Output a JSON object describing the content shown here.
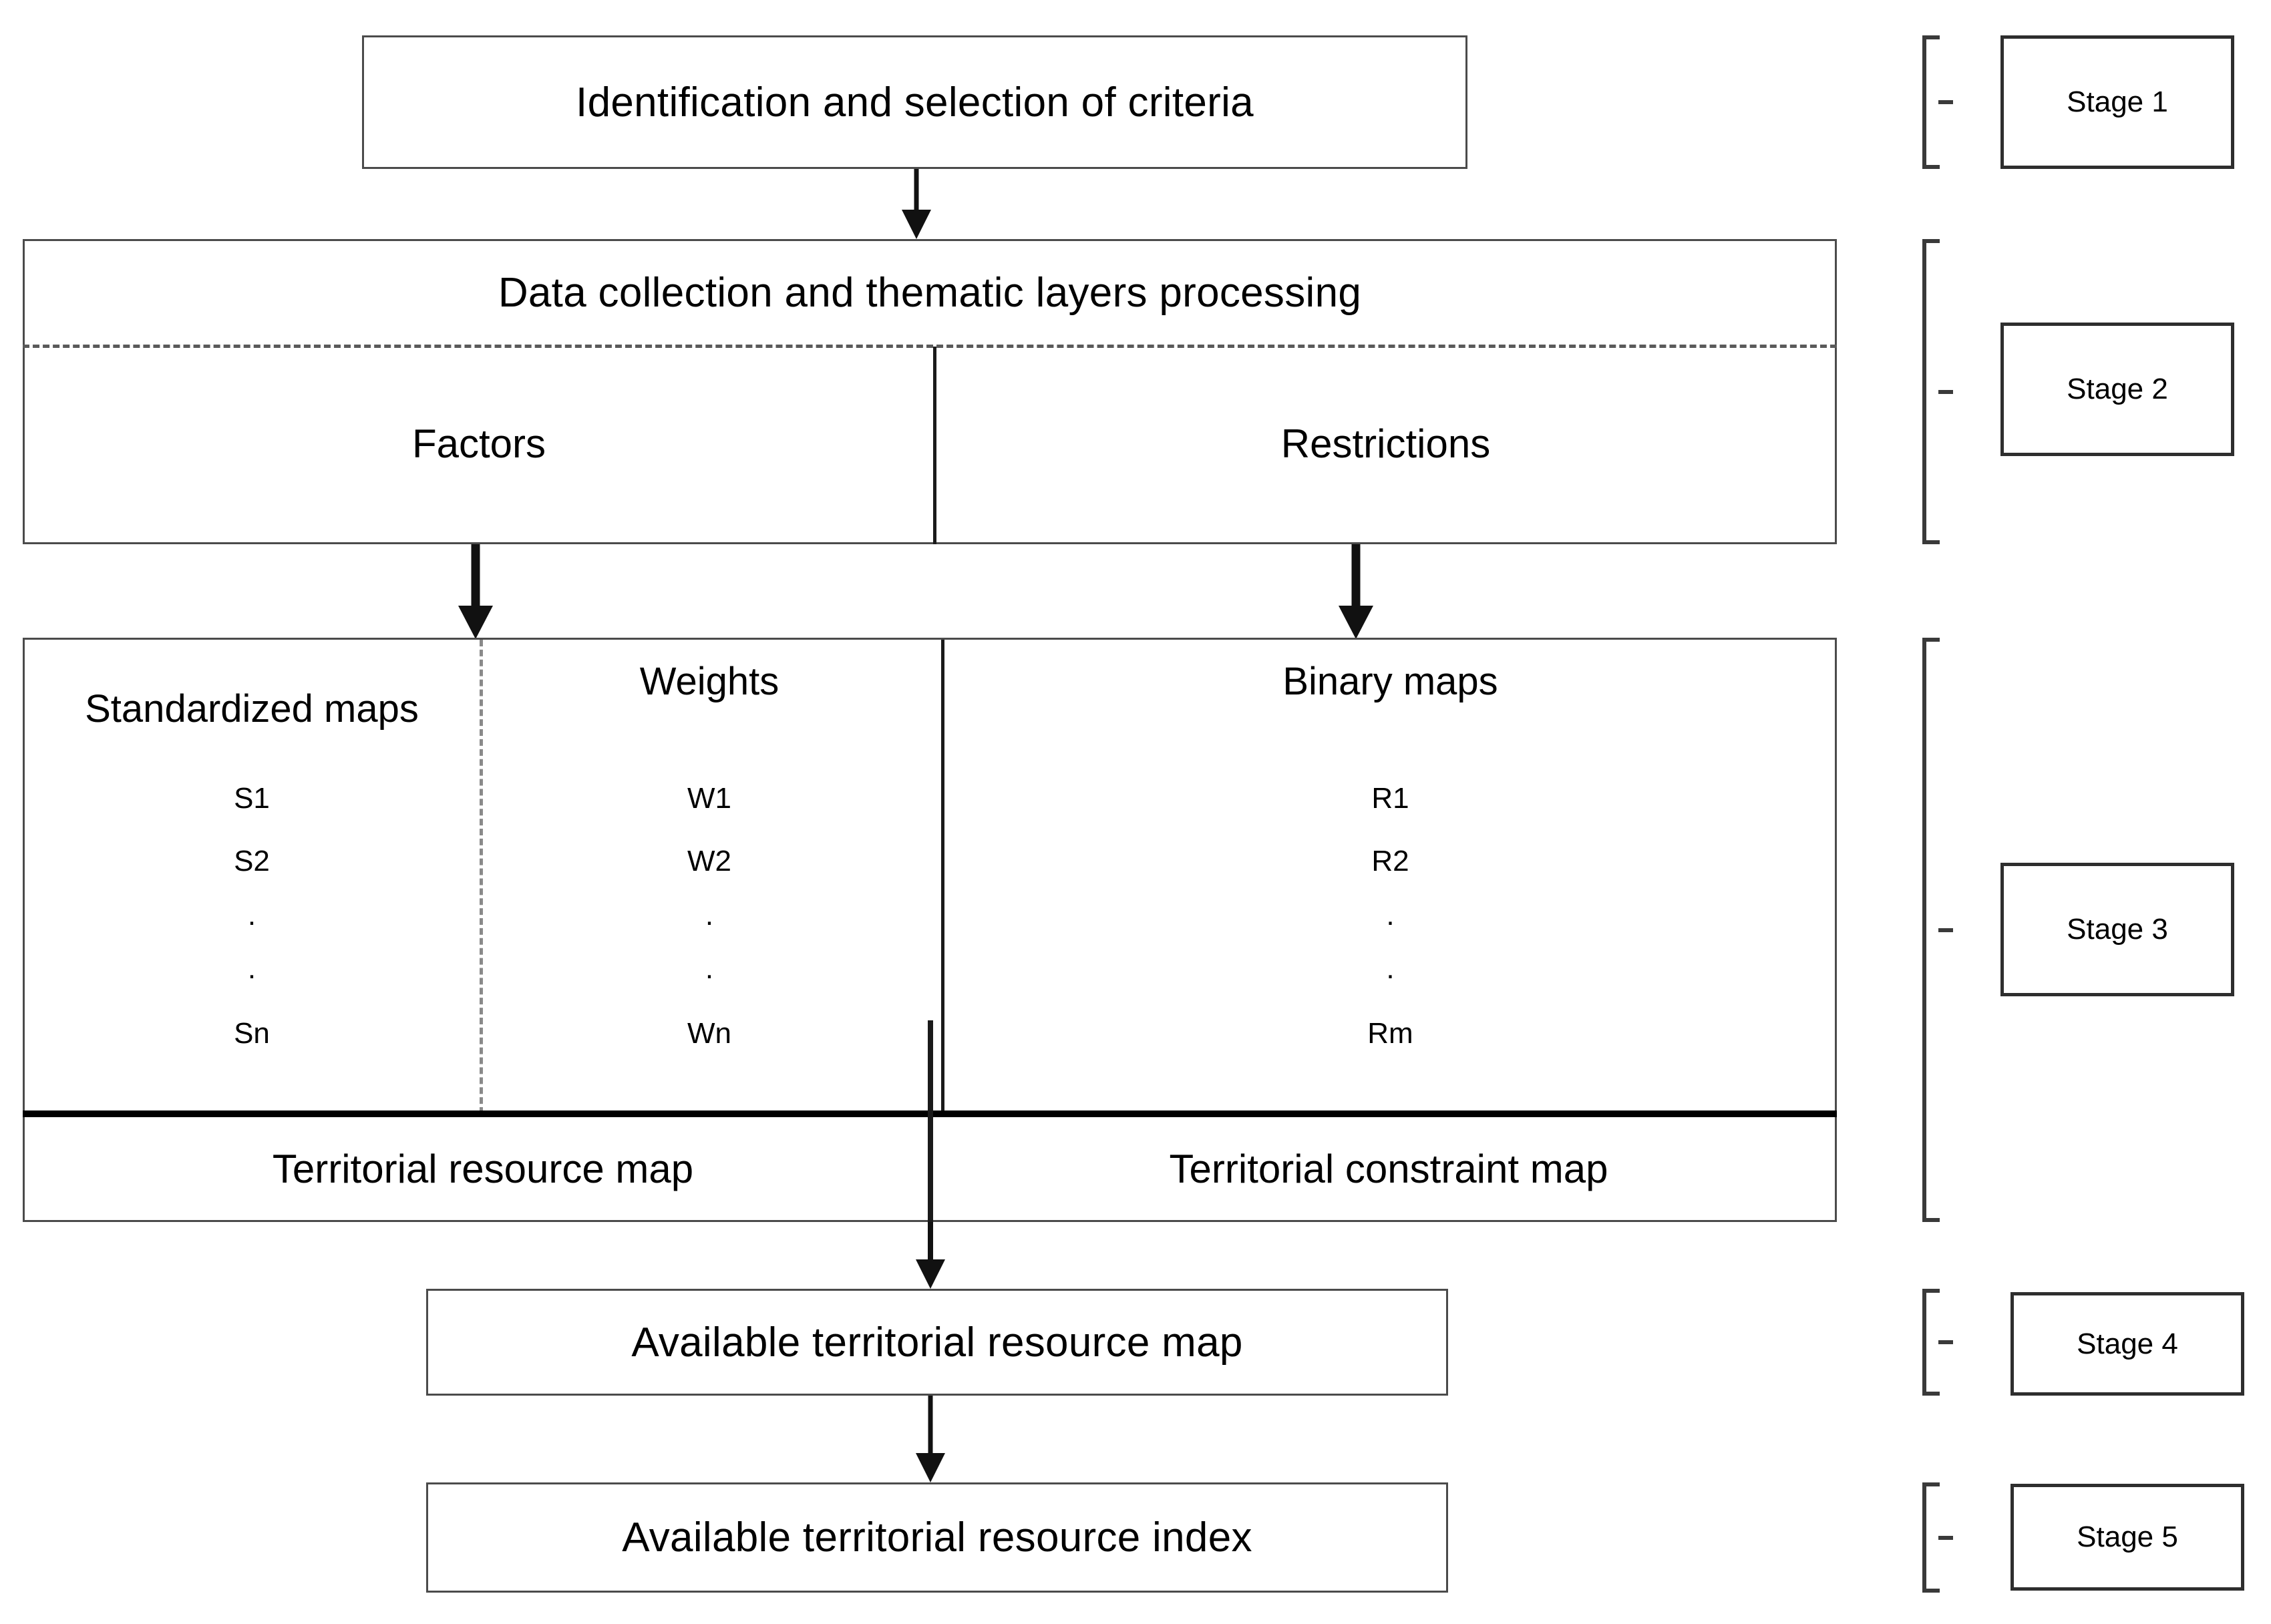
{
  "diagram": {
    "title_flow": [
      "Identification  and  selection of criteria",
      "Data collection and thematic layers processing",
      "Available territorial resource map",
      "Available territorial resource index"
    ]
  },
  "stage1": {
    "box_label": "Identification  and  selection of criteria",
    "bracket_label": "Stage 1"
  },
  "stage2": {
    "header": "Data collection and thematic layers processing",
    "left_column": "Factors",
    "right_column": "Restrictions",
    "bracket_label": "Stage 2"
  },
  "stage3": {
    "columns": [
      {
        "heading": "Standardized maps",
        "items": [
          "S1",
          "S2",
          ".",
          ".",
          "Sn"
        ]
      },
      {
        "heading": "Weights",
        "items": [
          "W1",
          "W2",
          ".",
          ".",
          "Wn"
        ]
      },
      {
        "heading": "Binary maps",
        "items": [
          "R1",
          "R2",
          ".",
          ".",
          "Rm"
        ]
      }
    ],
    "footer_left": "Territorial resource map",
    "footer_right": "Territorial constraint map",
    "bracket_label": "Stage 3"
  },
  "stage4": {
    "box_label": "Available territorial resource map",
    "bracket_label": "Stage 4"
  },
  "stage5": {
    "box_label": "Available territorial resource index",
    "bracket_label": "Stage 5"
  },
  "colors": {
    "box_border": "#4b4b4b",
    "line": "#1a1a1a",
    "dashed": "#5a5a5a",
    "background": "#ffffff",
    "text": "#000000"
  }
}
